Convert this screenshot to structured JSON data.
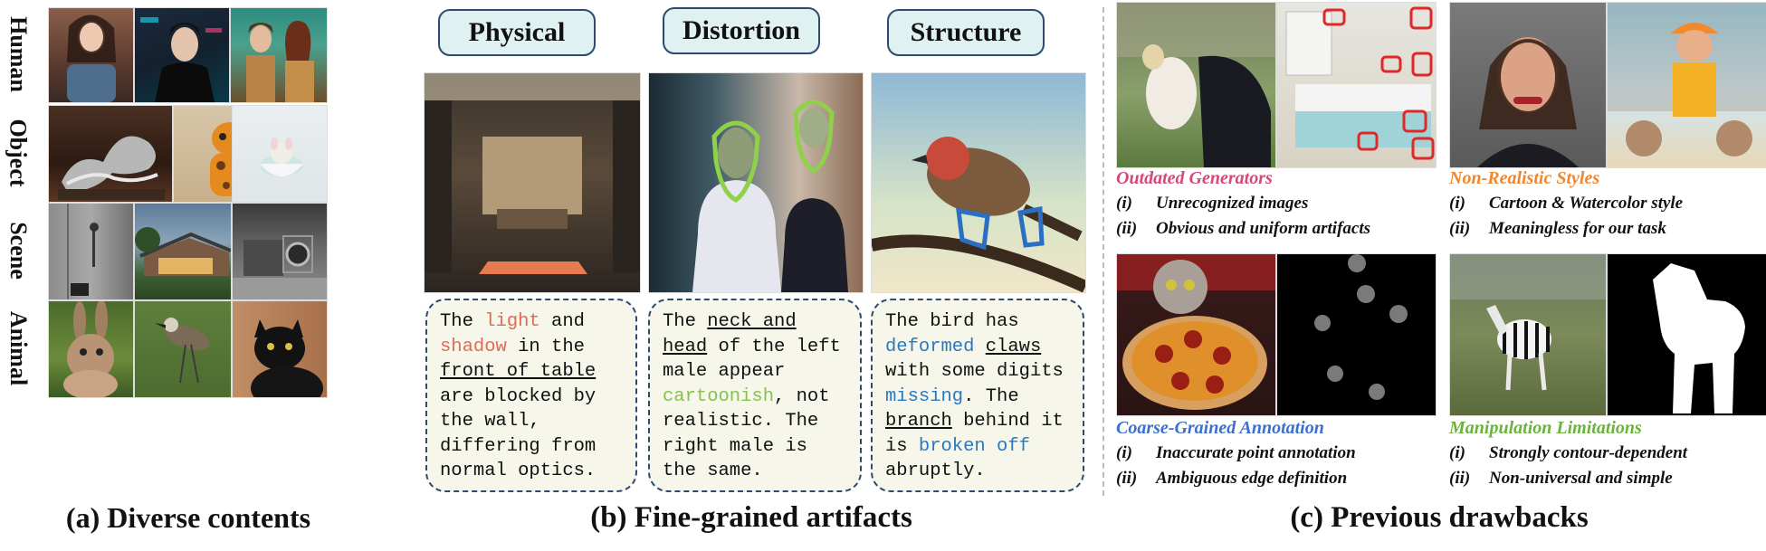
{
  "panel_a": {
    "row_labels": [
      "Human",
      "Object",
      "Scene",
      "Animal"
    ],
    "caption": "(a) Diverse contents"
  },
  "panel_b": {
    "tags": [
      "Physical",
      "Distortion",
      "Structure"
    ],
    "notes": [
      {
        "p1": "The ",
        "h1": "light",
        "p2": " and ",
        "h2": "shadow",
        "p3": " in the ",
        "u1": "front of table",
        "p4": " are blocked by the wall, differing from normal optics."
      },
      {
        "p1": "The ",
        "u1": "neck and head",
        "p2": " of the left male appear ",
        "h1": "cartoonish",
        "p3": ", not realistic. The right male is the same."
      },
      {
        "p1": "The bird has ",
        "h1": "deformed",
        "p2": " ",
        "u1": "claws",
        "p3": " with some digits ",
        "h2": "missing",
        "p4": ". The ",
        "u2": "branch",
        "p5": " behind it is ",
        "h3": "broken off",
        "p6": " abruptly."
      }
    ],
    "caption": "(b) Fine-grained artifacts"
  },
  "panel_c": {
    "blocks": [
      {
        "title": "Outdated Generators",
        "items": [
          {
            "num": "(i)",
            "text": "Unrecognized images"
          },
          {
            "num": "(ii)",
            "text": "Obvious and uniform artifacts"
          }
        ]
      },
      {
        "title": "Non-Realistic Styles",
        "items": [
          {
            "num": "(i)",
            "text": "Cartoon & Watercolor style"
          },
          {
            "num": "(ii)",
            "text": "Meaningless for our task"
          }
        ]
      },
      {
        "title": "Coarse-Grained Annotation",
        "items": [
          {
            "num": "(i)",
            "text": "Inaccurate point annotation"
          },
          {
            "num": "(ii)",
            "text": "Ambiguous edge definition"
          }
        ]
      },
      {
        "title": "Manipulation Limitations",
        "items": [
          {
            "num": "(i)",
            "text": "Strongly contour-dependent"
          },
          {
            "num": "(ii)",
            "text": "Non-universal and simple"
          }
        ]
      }
    ],
    "caption": "(c) Previous drawbacks"
  },
  "colors": {
    "outdated": "#d6487c",
    "nonrealistic": "#f0862e",
    "coarse": "#3b6fd0",
    "manipulation": "#6bb33b",
    "tag_fill": "#dff1f1",
    "note_fill": "#f6f6ea",
    "note_border": "#2e4a6e"
  }
}
